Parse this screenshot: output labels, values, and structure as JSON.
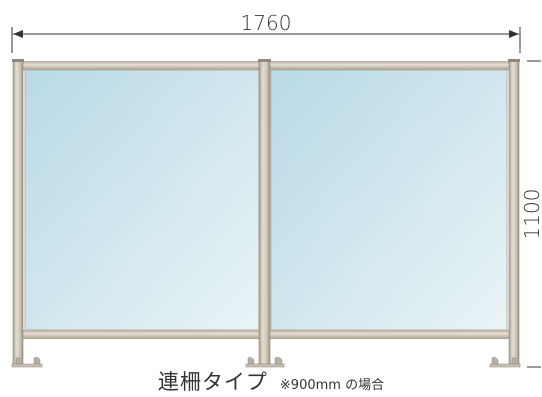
{
  "dimensions": {
    "width": "1760",
    "height": "1100"
  },
  "caption": {
    "title": "連柵タイプ",
    "note": "※900mm の場合"
  },
  "colors": {
    "frame": "#cbc3b3",
    "frame_dark": "#9f968a",
    "glass_top": "#bcdbe8",
    "glass_bottom": "#e7f2f5",
    "line": "#333333"
  }
}
